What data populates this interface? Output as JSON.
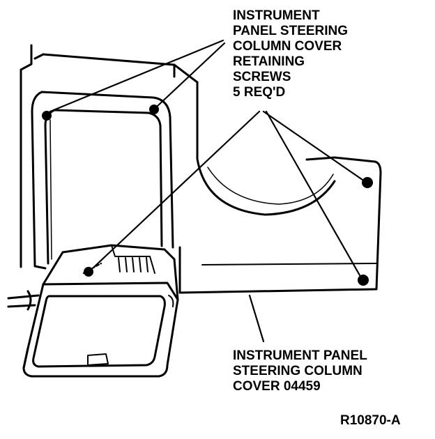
{
  "callouts": {
    "retaining_screws": [
      "INSTRUMENT",
      "PANEL STEERING",
      "COLUMN COVER",
      "RETAINING",
      "SCREWS",
      "5 REQ'D"
    ],
    "cover": [
      "INSTRUMENT PANEL",
      "STEERING COLUMN",
      "COVER 04459"
    ]
  },
  "figure_id": "R10870-A"
}
